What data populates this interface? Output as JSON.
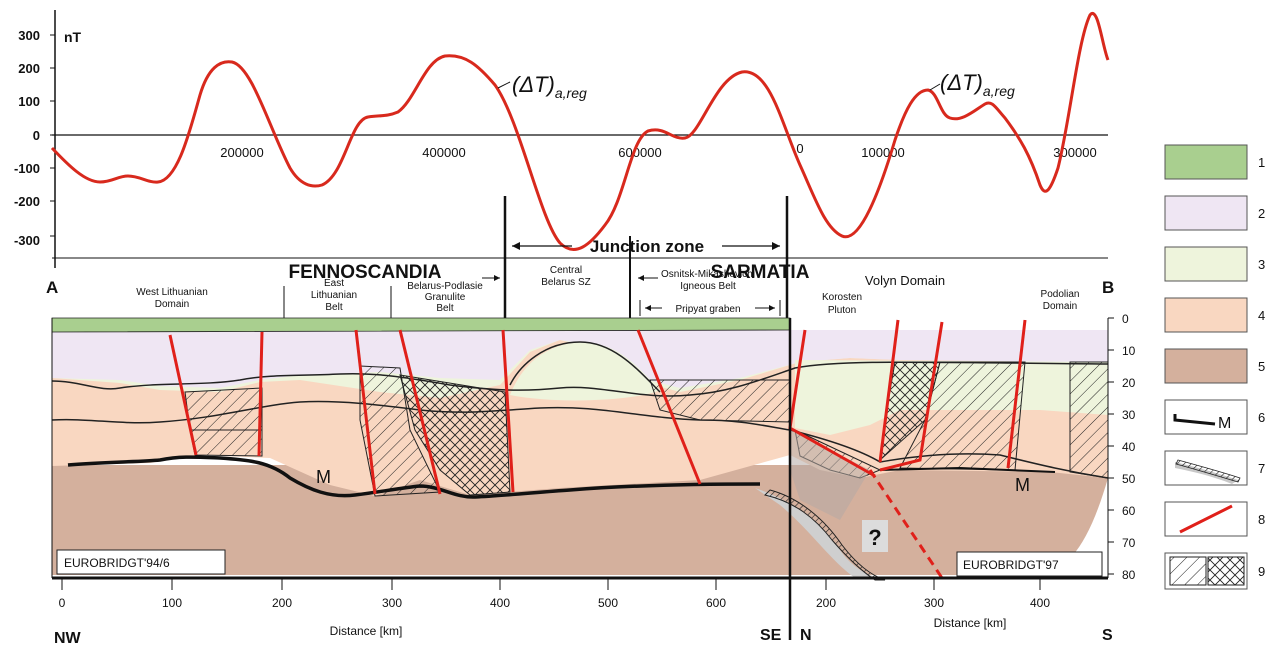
{
  "magnetic": {
    "unit": "nT",
    "y_ticks": [
      "300",
      "200",
      "100",
      "0",
      "-100",
      "-200",
      "-300"
    ],
    "x_ticks_left": [
      "200000",
      "400000",
      "600000"
    ],
    "x_ticks_right": [
      "0",
      "100000",
      "300000"
    ],
    "curve_label_main": "(ΔT)",
    "curve_label_sub": "a,reg"
  },
  "headings": {
    "junction_zone": "Junction zone",
    "fennoscandia": "FENNOSCANDIA",
    "sarmatia": "SARMATIA",
    "end_a": "A",
    "end_b": "B"
  },
  "domains": {
    "west_lithuanian": [
      "West Lithuanian",
      "Domain"
    ],
    "east_lithuanian": [
      "East",
      "Lithuanian",
      "Belt"
    ],
    "belarus_podlasie": [
      "Belarus-Podlasie",
      "Granulite",
      "Belt"
    ],
    "central_belarus": [
      "Central",
      "Belarus SZ"
    ],
    "osnitsk": [
      "Osnitsk-Mikashevichi",
      "Igneous Belt"
    ],
    "pripyat": "Pripyat graben",
    "volyn": "Volyn   Domain",
    "korosten": [
      "Korosten",
      "Pluton"
    ],
    "podolian": [
      "Podolian",
      "Domain"
    ]
  },
  "section": {
    "moho_label": "M",
    "question": "?",
    "profile_left": "EUROBRIDGT'94/6",
    "profile_right": "EUROBRIDGT'97",
    "depth_ticks": [
      "0",
      "10",
      "20",
      "30",
      "40",
      "50",
      "60",
      "70",
      "80"
    ],
    "dist_ticks_left": [
      "0",
      "100",
      "200",
      "300",
      "400",
      "500",
      "600"
    ],
    "dist_ticks_right": [
      "200",
      "300",
      "400"
    ],
    "xlabel": "Distance [km]",
    "dir_nw": "NW",
    "dir_se": "SE",
    "dir_n": "N",
    "dir_s": "S"
  },
  "legend": {
    "items": [
      "1",
      "2",
      "3",
      "4",
      "5",
      "6",
      "7",
      "8",
      "9"
    ],
    "moho_symbol": "M",
    "colors": {
      "layer1": "#a9cf8f",
      "layer2": "#efe6f3",
      "layer3": "#eef4dc",
      "layer4": "#f9d7c1",
      "layer5": "#d4b09d",
      "fault": "#e0201a",
      "curve": "#d8291d"
    }
  }
}
